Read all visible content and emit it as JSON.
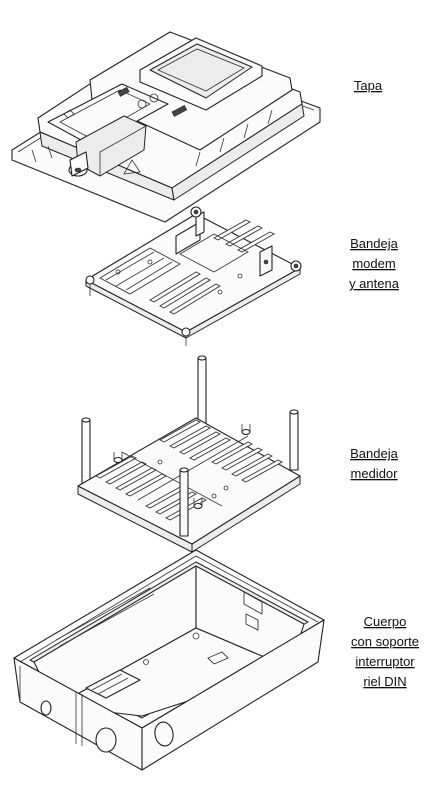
{
  "components": [
    {
      "lines": [
        "Tapa"
      ]
    },
    {
      "lines": [
        "Bandeja",
        "modem",
        "y antena"
      ]
    },
    {
      "lines": [
        "Bandeja",
        "medidor"
      ]
    },
    {
      "lines": [
        "Cuerpo",
        "con soporte",
        "interruptor",
        "riel DIN"
      ]
    }
  ]
}
